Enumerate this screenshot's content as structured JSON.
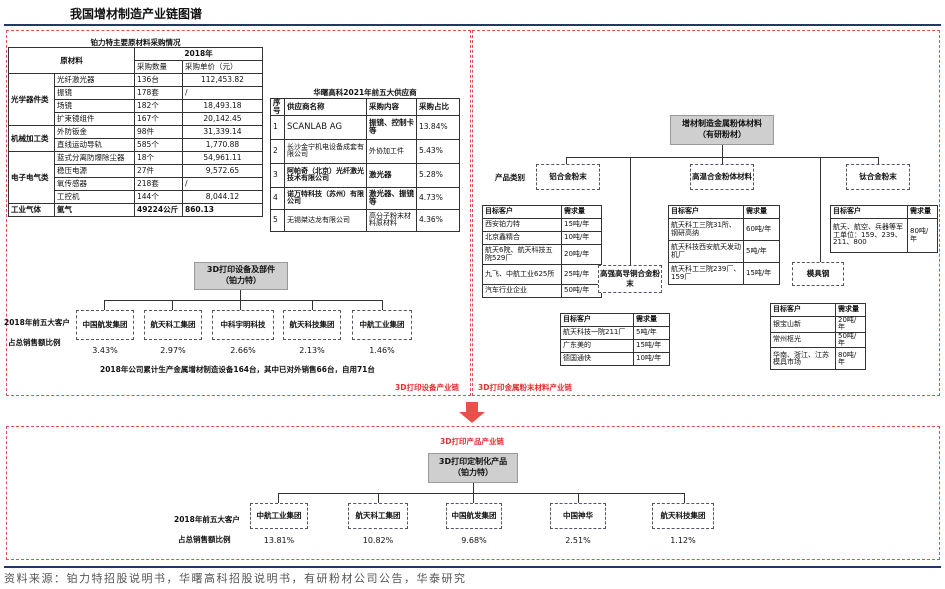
{
  "title": "我国增材制造产业链图谱",
  "purchase": {
    "caption": "铂力特主要原材料采购情况",
    "year": "2018年",
    "col_material": "原材料",
    "col_qty": "采购数量",
    "col_price": "采购单价（元）",
    "rows": [
      {
        "cat": "光学器件类",
        "name": "光纤激光器",
        "qty": "136台",
        "price": "112,453.82"
      },
      {
        "cat": "",
        "name": "振镜",
        "qty": "178套",
        "price": "/"
      },
      {
        "cat": "",
        "name": "场镜",
        "qty": "182个",
        "price": "18,493.18"
      },
      {
        "cat": "",
        "name": "扩束镜组件",
        "qty": "167个",
        "price": "20,142.45"
      },
      {
        "cat": "机械加工类",
        "name": "外防钣金",
        "qty": "98件",
        "price": "31,339.14"
      },
      {
        "cat": "",
        "name": "直线运动导轨",
        "qty": "585个",
        "price": "1,770.88"
      },
      {
        "cat": "电子电气类",
        "name": "蓝式分离防爆除尘器",
        "qty": "18个",
        "price": "54,961.11"
      },
      {
        "cat": "",
        "name": "稳压电源",
        "qty": "27件",
        "price": "9,572.65"
      },
      {
        "cat": "",
        "name": "氧传感器",
        "qty": "218套",
        "price": "/"
      },
      {
        "cat": "",
        "name": "工控机",
        "qty": "144个",
        "price": "8,044.12"
      },
      {
        "cat": "工业气体",
        "name": "氩气",
        "qty": "49224公斤",
        "price": "860.13"
      }
    ]
  },
  "suppliers": {
    "caption": "华曙高科2021年前五大供应商",
    "headers": [
      "序号",
      "供应商名称",
      "采购内容",
      "采购占比"
    ],
    "rows": [
      [
        "1",
        "SCANLAB AG",
        "振镜、控制卡等",
        "13.84%"
      ],
      [
        "2",
        "长沙金宁机电设备成套有限公司",
        "外协加工件",
        "5.43%"
      ],
      [
        "3",
        "阿帕奇（北京）光纤激光技术有限公司",
        "激光器",
        "5.28%"
      ],
      [
        "4",
        "诺万特科技（苏州）有限公司",
        "激光器、振镜等",
        "4.73%"
      ],
      [
        "5",
        "无锡桀达龙有限公司",
        "高分子粉末材料原材料",
        "4.36%"
      ]
    ]
  },
  "equipment": {
    "node": "3D打印设备及部件",
    "sub": "（铂力特）",
    "top5_label": "2018年前五大客户",
    "share_label": "占总销售额比例",
    "customers": [
      {
        "name": "中国航发集团",
        "pct": "3.43%"
      },
      {
        "name": "航天科工集团",
        "pct": "2.97%"
      },
      {
        "name": "中科宇明科技",
        "pct": "2.66%"
      },
      {
        "name": "航天科技集团",
        "pct": "2.13%"
      },
      {
        "name": "中航工业集团",
        "pct": "1.46%"
      }
    ],
    "note": "2018年公司累计生产金属增材制造设备164台，其中已对外销售66台，自用71台",
    "chain_label": "3D打印设备产业链"
  },
  "materials": {
    "node": "增材制造金属粉体材料",
    "sub": "（有研粉材）",
    "category_label": "产品类别",
    "chain_label": "3D打印金属粉末材料产业链",
    "target_col": "目标客户",
    "demand_col": "需求量",
    "alu": {
      "name": "铝合金粉末",
      "rows": [
        [
          "西安铂力特",
          "15吨/年"
        ],
        [
          "北京鑫精合",
          "10吨/年"
        ],
        [
          "航天6院、航天科技五院529厂",
          "20吨/年"
        ],
        [
          "九飞、中航工业625所",
          "25吨/年"
        ],
        [
          "汽车行业企业",
          "50吨/年"
        ]
      ]
    },
    "hightemp": {
      "name": "高温合金粉体材料",
      "rows": [
        [
          "航天科工三院31所、钢研高纳",
          "60吨/年"
        ],
        [
          "航天科技西安航天发动机厂",
          "5吨/年"
        ],
        [
          "航天科工三院239厂、159厂",
          "15吨/年"
        ]
      ]
    },
    "stainless": {
      "name": "高强高导铜合金粉末",
      "rows": [
        [
          "航天科技一院211厂",
          "5吨/年"
        ],
        [
          "广东美的",
          "15吨/年"
        ],
        [
          "德国通快",
          "10吨/年"
        ]
      ]
    },
    "titanium": {
      "name": "钛合金粉末",
      "rows": [
        [
          "航天、航空、兵器等军工单位：159、239、211、800",
          "80吨/年"
        ]
      ]
    },
    "mold": {
      "name": "模具钢",
      "rows": [
        [
          "银宝山新",
          "20吨/年"
        ],
        [
          "常州枢光",
          "50吨/年"
        ],
        [
          "华南、浙江、江苏模具市场",
          "80吨/年"
        ]
      ]
    }
  },
  "products": {
    "chain_label": "3D打印产品产业链",
    "node": "3D打印定制化产品",
    "sub": "（铂力特）",
    "top5_label": "2018年前五大客户",
    "share_label": "占总销售额比例",
    "customers": [
      {
        "name": "中航工业集团",
        "pct": "13.81%"
      },
      {
        "name": "航天科工集团",
        "pct": "10.82%"
      },
      {
        "name": "中国航发集团",
        "pct": "9.68%"
      },
      {
        "name": "中国神华",
        "pct": "2.51%"
      },
      {
        "name": "航天科技集团",
        "pct": "1.12%"
      }
    ]
  },
  "source": "资料来源：铂力特招股说明书，华曙高科招股说明书，有研粉材公司公告，华泰研究",
  "colors": {
    "accent": "#1f3a68",
    "red": "#e03030"
  }
}
